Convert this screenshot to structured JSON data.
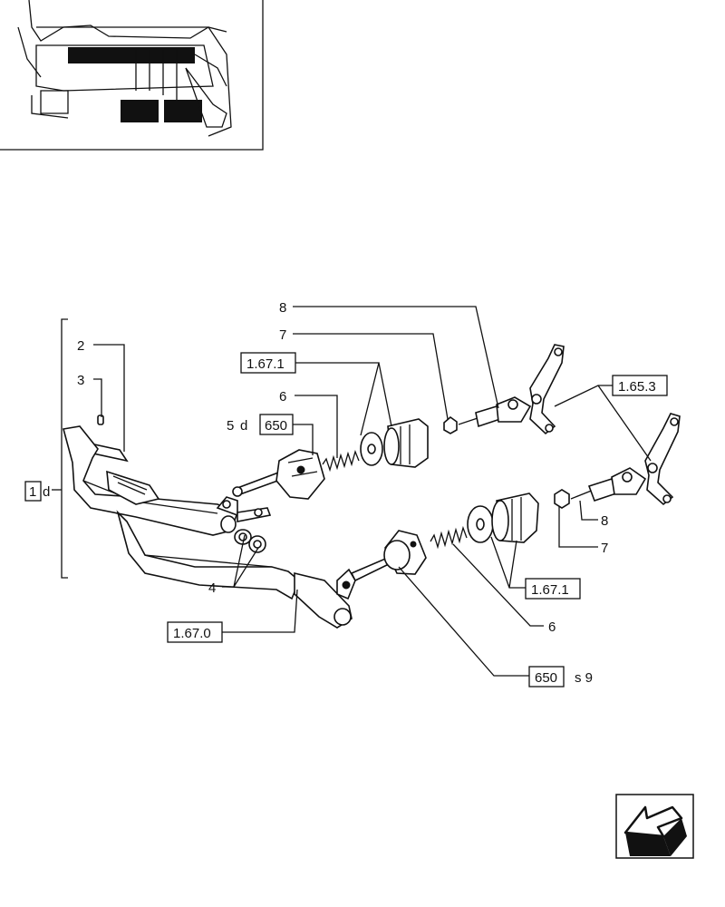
{
  "callouts": {
    "item_8_top": "8",
    "item_7_top": "7",
    "ref_1_67_1_top": "1.67.1",
    "item_6_top": "6",
    "item_5": "5",
    "item_5_suffix": "d",
    "ref_650_top": "650",
    "item_2": "2",
    "item_3": "3",
    "ref_1_box": "1",
    "ref_1_suffix": "d",
    "ref_1_65_3": "1.65.3",
    "item_8_right": "8",
    "item_7_right": "7",
    "ref_1_67_1_bottom": "1.67.1",
    "item_4": "4",
    "item_6_bottom": "6",
    "ref_1_67_0": "1.67.0",
    "ref_650_bottom": "650",
    "ref_650_bottom_suffix": "s 9"
  },
  "icons": {
    "locator_thumbnail": "tractor-pedal-locator-icon",
    "navigation": "back-arrow-icon"
  },
  "colors": {
    "ink": "#111111",
    "paper": "#ffffff"
  }
}
